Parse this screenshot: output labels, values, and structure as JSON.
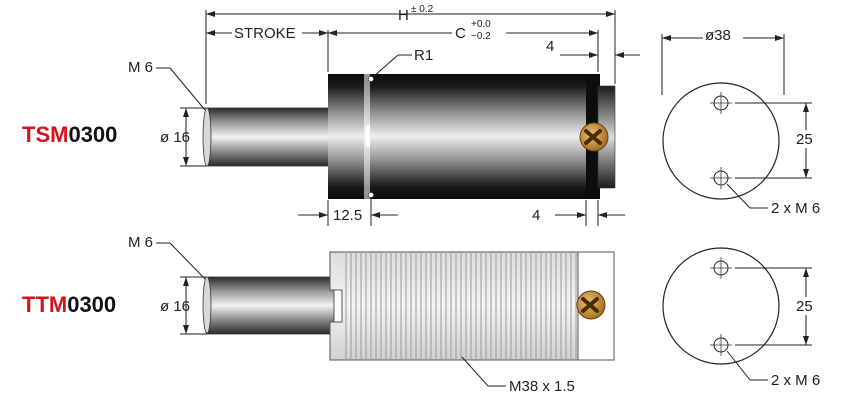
{
  "models": {
    "tsm": {
      "prefix": "TSM",
      "suffix": "0300"
    },
    "ttm": {
      "prefix": "TTM",
      "suffix": "0300"
    }
  },
  "dimensions": {
    "h_label": "H",
    "h_tol": "± 0.2",
    "stroke": "STROKE",
    "c_label": "C",
    "c_tol_upper": "+0.0",
    "c_tol_lower": "−0.2",
    "r1": "R1",
    "four_top": "4",
    "four_bottom": "4",
    "diameter_38": "ø38",
    "thread_m6_top": "M 6",
    "thread_m6_bottom": "M 6",
    "rod_dia_top": "ø 16",
    "rod_dia_bottom": "ø 16",
    "twelve_five": "12.5",
    "spacing_25_top": "25",
    "spacing_25_bottom": "25",
    "holes_top": "2 x M 6",
    "holes_bottom": "2 x M 6",
    "body_thread": "M38 x 1.5"
  },
  "colors": {
    "model_red": "#d4141c",
    "body_dark": "#1a1a1a",
    "screw": "#c98a2a"
  }
}
